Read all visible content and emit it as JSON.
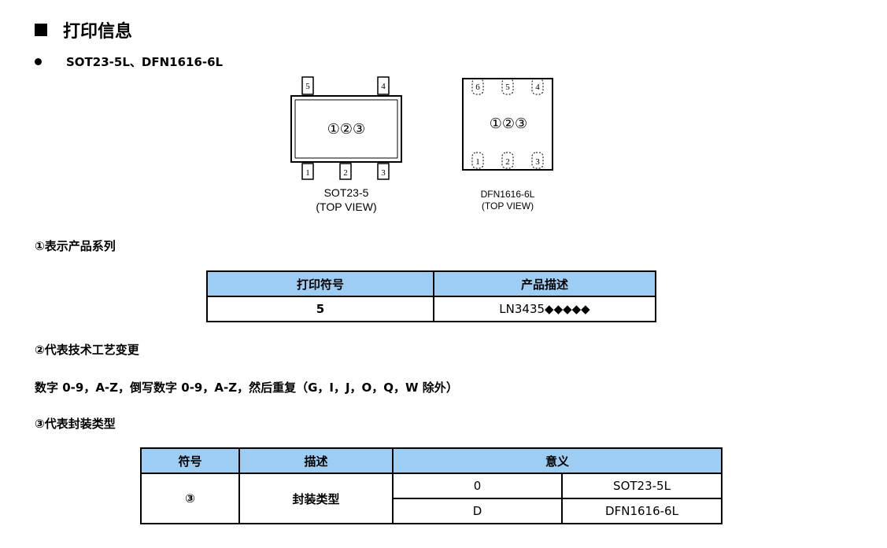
{
  "heading": "打印信息",
  "packages_line": "SOT23-5L、DFN1616-6L",
  "sot_diagram": {
    "pins_top": [
      "5",
      "4"
    ],
    "pins_bottom": [
      "1",
      "2",
      "3"
    ],
    "marks": "①②③",
    "caption_line1": "SOT23-5",
    "caption_line2": "(TOP VIEW)"
  },
  "dfn_diagram": {
    "pins_top": [
      "6",
      "5",
      "4"
    ],
    "pins_bottom": [
      "1",
      "2",
      "3"
    ],
    "marks": "①②③",
    "caption_line1": "DFN1616-6L",
    "caption_line2": "(TOP VIEW)"
  },
  "section1": {
    "title": "①表示产品系列",
    "headers": [
      "打印符号",
      "产品描述"
    ],
    "rows": [
      [
        "5",
        "LN3435◆◆◆◆◆"
      ]
    ]
  },
  "section2": {
    "title": "②代表技术工艺变更",
    "text": "数字 0-9，A-Z，倒写数字 0-9，A-Z，然后重复（G，I，J，O，Q，W 除外）"
  },
  "section3": {
    "title": "③代表封装类型",
    "headers": [
      "符号",
      "描述",
      "意义"
    ],
    "symbol": "③",
    "description": "封装类型",
    "rows": [
      [
        "0",
        "SOT23-5L"
      ],
      [
        "D",
        "DFN1616-6L"
      ]
    ]
  }
}
